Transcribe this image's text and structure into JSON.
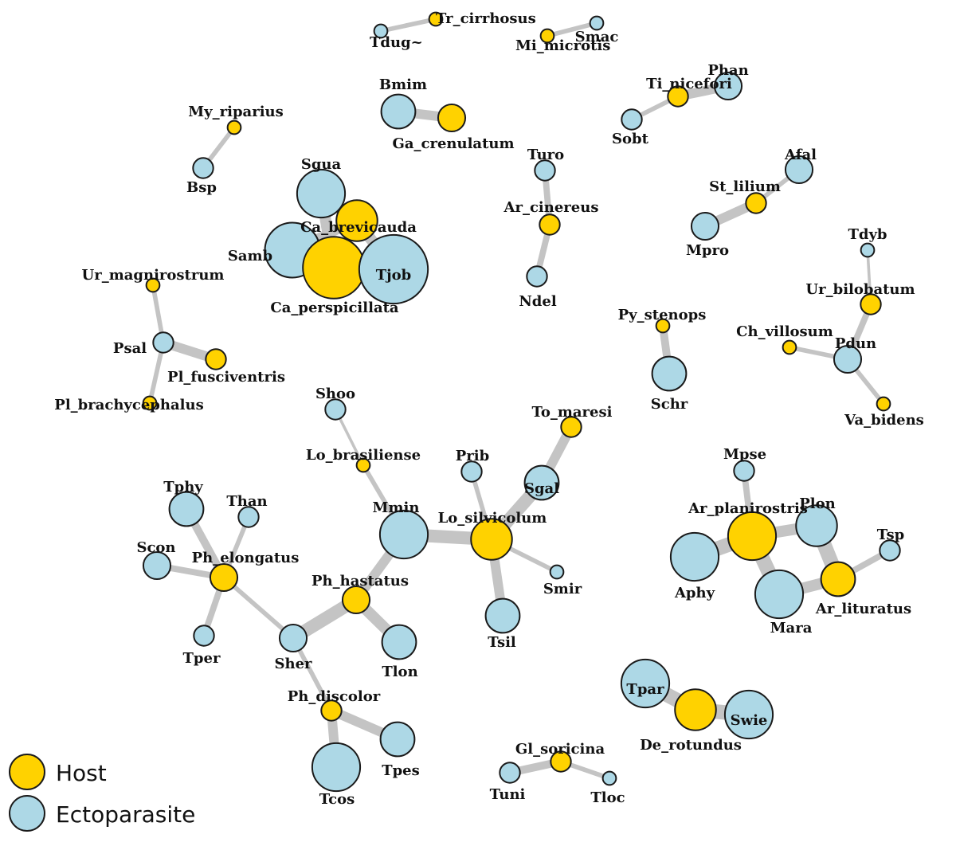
{
  "colors": {
    "host": "#FFD200",
    "ectoparasite": "#ADD8E6",
    "edge": "#C4C4C4",
    "outline": "#1A1A1A"
  },
  "legend": {
    "host": "Host",
    "ectoparasite": "Ectoparasite"
  },
  "network": {
    "nodes": [
      {
        "id": "Tr_cirrhosus",
        "type": "host",
        "size": 1
      },
      {
        "id": "Tdug",
        "label": "Tdug~",
        "type": "ectoparasite",
        "size": 1
      },
      {
        "id": "Mi_microtis",
        "type": "host",
        "size": 1
      },
      {
        "id": "Smac",
        "type": "ectoparasite",
        "size": 1
      },
      {
        "id": "Bmim",
        "type": "ectoparasite",
        "size": 4
      },
      {
        "id": "Ga_crenulatum",
        "type": "host",
        "size": 3
      },
      {
        "id": "Ti_nicefori",
        "type": "host",
        "size": 2
      },
      {
        "id": "Phan",
        "type": "ectoparasite",
        "size": 3
      },
      {
        "id": "Sobt",
        "type": "ectoparasite",
        "size": 2
      },
      {
        "id": "My_riparius",
        "type": "host",
        "size": 1
      },
      {
        "id": "Bsp",
        "type": "ectoparasite",
        "size": 2
      },
      {
        "id": "Sgua",
        "type": "ectoparasite",
        "size": 6
      },
      {
        "id": "Ca_brevicauda",
        "type": "host",
        "size": 5
      },
      {
        "id": "Samb",
        "type": "ectoparasite",
        "size": 7
      },
      {
        "id": "Ca_perspicillata",
        "type": "host",
        "size": 8
      },
      {
        "id": "Tjob",
        "type": "ectoparasite",
        "size": 9
      },
      {
        "id": "Turo",
        "type": "ectoparasite",
        "size": 2
      },
      {
        "id": "Ar_cinereus",
        "type": "host",
        "size": 2
      },
      {
        "id": "Ndel",
        "type": "ectoparasite",
        "size": 2
      },
      {
        "id": "Afal",
        "type": "ectoparasite",
        "size": 3
      },
      {
        "id": "St_lilium",
        "type": "host",
        "size": 2
      },
      {
        "id": "Mpro",
        "type": "ectoparasite",
        "size": 3
      },
      {
        "id": "Tdyb",
        "type": "ectoparasite",
        "size": 1
      },
      {
        "id": "Ur_bilobatum",
        "type": "host",
        "size": 2
      },
      {
        "id": "Ch_villosum",
        "type": "host",
        "size": 1
      },
      {
        "id": "Pdun",
        "type": "ectoparasite",
        "size": 3
      },
      {
        "id": "Va_bidens",
        "type": "host",
        "size": 1
      },
      {
        "id": "Ur_magnirostrum",
        "type": "host",
        "size": 1
      },
      {
        "id": "Psal",
        "type": "ectoparasite",
        "size": 2
      },
      {
        "id": "Pl_fusciventris",
        "type": "host",
        "size": 2
      },
      {
        "id": "Pl_brachycephalus",
        "type": "host",
        "size": 1
      },
      {
        "id": "Py_stenops",
        "type": "host",
        "size": 1
      },
      {
        "id": "Schr",
        "type": "ectoparasite",
        "size": 4
      },
      {
        "id": "Shoo",
        "type": "ectoparasite",
        "size": 2
      },
      {
        "id": "Lo_brasiliense",
        "type": "host",
        "size": 1
      },
      {
        "id": "To_maresi",
        "type": "host",
        "size": 2
      },
      {
        "id": "Prib",
        "type": "ectoparasite",
        "size": 2
      },
      {
        "id": "Sgal",
        "type": "ectoparasite",
        "size": 4
      },
      {
        "id": "Mmin",
        "type": "ectoparasite",
        "size": 6
      },
      {
        "id": "Lo_silvicolum",
        "type": "host",
        "size": 5
      },
      {
        "id": "Smir",
        "type": "ectoparasite",
        "size": 1
      },
      {
        "id": "Tsil",
        "type": "ectoparasite",
        "size": 4
      },
      {
        "id": "Tphy",
        "type": "ectoparasite",
        "size": 4
      },
      {
        "id": "Than",
        "type": "ectoparasite",
        "size": 2
      },
      {
        "id": "Scon",
        "type": "ectoparasite",
        "size": 3
      },
      {
        "id": "Ph_elongatus",
        "type": "host",
        "size": 3
      },
      {
        "id": "Tper",
        "type": "ectoparasite",
        "size": 2
      },
      {
        "id": "Ph_hastatus",
        "type": "host",
        "size": 3
      },
      {
        "id": "Sher",
        "type": "ectoparasite",
        "size": 3
      },
      {
        "id": "Tlon",
        "type": "ectoparasite",
        "size": 4
      },
      {
        "id": "Ph_discolor",
        "type": "host",
        "size": 2
      },
      {
        "id": "Tcos",
        "type": "ectoparasite",
        "size": 6
      },
      {
        "id": "Tpes",
        "type": "ectoparasite",
        "size": 4
      },
      {
        "id": "Mpse",
        "type": "ectoparasite",
        "size": 2
      },
      {
        "id": "Ar_planirostris",
        "type": "host",
        "size": 6
      },
      {
        "id": "Plon",
        "type": "ectoparasite",
        "size": 5
      },
      {
        "id": "Tsp",
        "type": "ectoparasite",
        "size": 2
      },
      {
        "id": "Aphy",
        "type": "ectoparasite",
        "size": 6
      },
      {
        "id": "Ar_lituratus",
        "type": "host",
        "size": 4
      },
      {
        "id": "Mara",
        "type": "ectoparasite",
        "size": 6
      },
      {
        "id": "Tpar",
        "type": "ectoparasite",
        "size": 6
      },
      {
        "id": "De_rotundus",
        "type": "host",
        "size": 5
      },
      {
        "id": "Swie",
        "type": "ectoparasite",
        "size": 6
      },
      {
        "id": "Gl_soricina",
        "type": "host",
        "size": 2
      },
      {
        "id": "Tuni",
        "type": "ectoparasite",
        "size": 2
      },
      {
        "id": "Tloc",
        "type": "ectoparasite",
        "size": 1
      }
    ],
    "edges": [
      {
        "source": "Tdug",
        "target": "Tr_cirrhosus",
        "weight": 2
      },
      {
        "source": "Mi_microtis",
        "target": "Smac",
        "weight": 2
      },
      {
        "source": "Bmim",
        "target": "Ga_crenulatum",
        "weight": 5
      },
      {
        "source": "Sobt",
        "target": "Ti_nicefori",
        "weight": 2
      },
      {
        "source": "Ti_nicefori",
        "target": "Phan",
        "weight": 5
      },
      {
        "source": "My_riparius",
        "target": "Bsp",
        "weight": 2
      },
      {
        "source": "Sgua",
        "target": "Ca_brevicauda",
        "weight": 6
      },
      {
        "source": "Sgua",
        "target": "Ca_perspicillata",
        "weight": 6
      },
      {
        "source": "Samb",
        "target": "Ca_perspicillata",
        "weight": 6
      },
      {
        "source": "Samb",
        "target": "Ca_brevicauda",
        "weight": 5
      },
      {
        "source": "Tjob",
        "target": "Ca_perspicillata",
        "weight": 8
      },
      {
        "source": "Tjob",
        "target": "Ca_brevicauda",
        "weight": 6
      },
      {
        "source": "Turo",
        "target": "Ar_cinereus",
        "weight": 3
      },
      {
        "source": "Ar_cinereus",
        "target": "Ndel",
        "weight": 3
      },
      {
        "source": "Afal",
        "target": "St_lilium",
        "weight": 2
      },
      {
        "source": "St_lilium",
        "target": "Mpro",
        "weight": 5
      },
      {
        "source": "Tdyb",
        "target": "Ur_bilobatum",
        "weight": 1
      },
      {
        "source": "Ur_bilobatum",
        "target": "Pdun",
        "weight": 3
      },
      {
        "source": "Ch_villosum",
        "target": "Pdun",
        "weight": 2
      },
      {
        "source": "Pdun",
        "target": "Va_bidens",
        "weight": 2
      },
      {
        "source": "Ur_magnirostrum",
        "target": "Psal",
        "weight": 2
      },
      {
        "source": "Psal",
        "target": "Pl_fusciventris",
        "weight": 5
      },
      {
        "source": "Psal",
        "target": "Pl_brachycephalus",
        "weight": 2
      },
      {
        "source": "Py_stenops",
        "target": "Schr",
        "weight": 4
      },
      {
        "source": "Shoo",
        "target": "Lo_brasiliense",
        "weight": 1
      },
      {
        "source": "Lo_brasiliense",
        "target": "Mmin",
        "weight": 2
      },
      {
        "source": "Mmin",
        "target": "Lo_silvicolum",
        "weight": 7
      },
      {
        "source": "Mmin",
        "target": "Ph_hastatus",
        "weight": 5
      },
      {
        "source": "To_maresi",
        "target": "Sgal",
        "weight": 5
      },
      {
        "source": "Sgal",
        "target": "Lo_silvicolum",
        "weight": 7
      },
      {
        "source": "Prib",
        "target": "Lo_silvicolum",
        "weight": 2
      },
      {
        "source": "Lo_silvicolum",
        "target": "Smir",
        "weight": 2
      },
      {
        "source": "Lo_silvicolum",
        "target": "Tsil",
        "weight": 5
      },
      {
        "source": "Tphy",
        "target": "Ph_elongatus",
        "weight": 4
      },
      {
        "source": "Than",
        "target": "Ph_elongatus",
        "weight": 2
      },
      {
        "source": "Scon",
        "target": "Ph_elongatus",
        "weight": 3
      },
      {
        "source": "Ph_elongatus",
        "target": "Tper",
        "weight": 3
      },
      {
        "source": "Ph_elongatus",
        "target": "Sher",
        "weight": 2
      },
      {
        "source": "Sher",
        "target": "Ph_hastatus",
        "weight": 7
      },
      {
        "source": "Ph_hastatus",
        "target": "Tlon",
        "weight": 6
      },
      {
        "source": "Sher",
        "target": "Ph_discolor",
        "weight": 2
      },
      {
        "source": "Ph_discolor",
        "target": "Tcos",
        "weight": 5
      },
      {
        "source": "Ph_discolor",
        "target": "Tpes",
        "weight": 5
      },
      {
        "source": "Mpse",
        "target": "Ar_planirostris",
        "weight": 3
      },
      {
        "source": "Ar_planirostris",
        "target": "Aphy",
        "weight": 8
      },
      {
        "source": "Ar_planirostris",
        "target": "Plon",
        "weight": 6
      },
      {
        "source": "Ar_planirostris",
        "target": "Mara",
        "weight": 8
      },
      {
        "source": "Plon",
        "target": "Ar_lituratus",
        "weight": 8
      },
      {
        "source": "Mara",
        "target": "Ar_lituratus",
        "weight": 6
      },
      {
        "source": "Ar_lituratus",
        "target": "Tsp",
        "weight": 3
      },
      {
        "source": "Tpar",
        "target": "De_rotundus",
        "weight": 8
      },
      {
        "source": "De_rotundus",
        "target": "Swie",
        "weight": 8
      },
      {
        "source": "Tuni",
        "target": "Gl_soricina",
        "weight": 4
      },
      {
        "source": "Gl_soricina",
        "target": "Tloc",
        "weight": 2
      }
    ]
  }
}
